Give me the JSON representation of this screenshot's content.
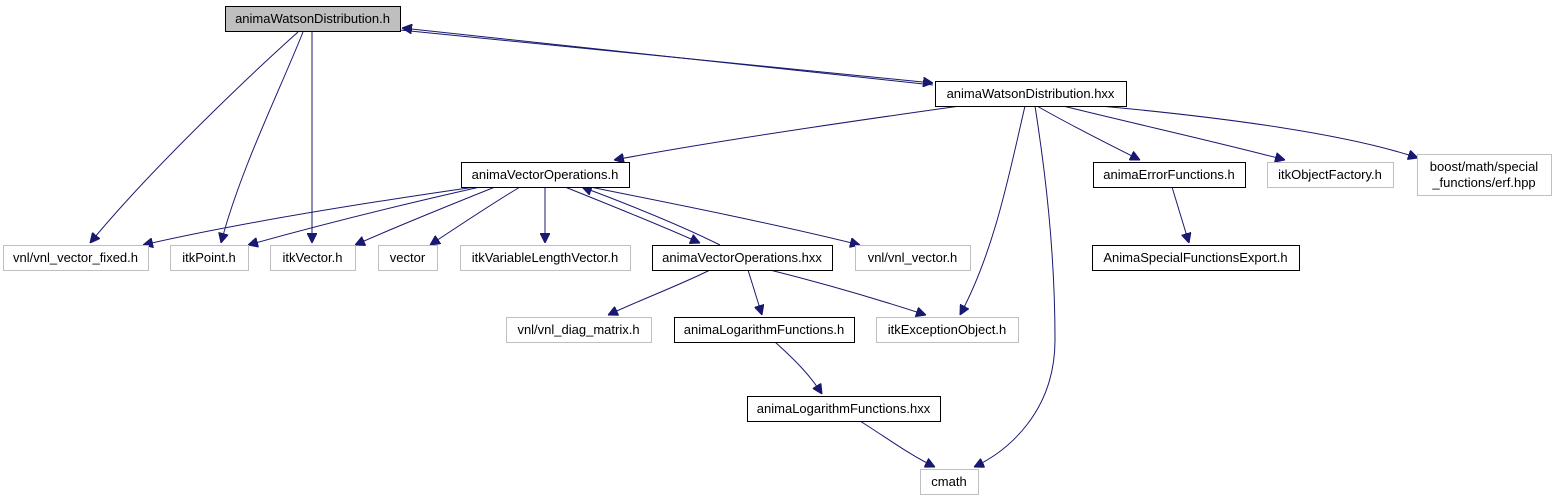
{
  "colors": {
    "edge": "#191970",
    "box_strong": "#000000",
    "box_dim": "#bfbfbf",
    "root_fill": "#bfbfbf",
    "fill": "#ffffff",
    "text": "#000000"
  },
  "nodes": [
    {
      "id": "awd_h",
      "label": "animaWatsonDistribution.h",
      "style": "root"
    },
    {
      "id": "awd_hxx",
      "label": "animaWatsonDistribution.hxx",
      "style": "strong"
    },
    {
      "id": "avo_h",
      "label": "animaVectorOperations.h",
      "style": "strong"
    },
    {
      "id": "aef_h",
      "label": "animaErrorFunctions.h",
      "style": "strong"
    },
    {
      "id": "iof_h",
      "label": "itkObjectFactory.h",
      "style": "dim"
    },
    {
      "id": "erf_hpp",
      "label": [
        "boost/math/special",
        "_functions/erf.hpp"
      ],
      "style": "dim"
    },
    {
      "id": "vvf_h",
      "label": "vnl/vnl_vector_fixed.h",
      "style": "dim"
    },
    {
      "id": "ip_h",
      "label": "itkPoint.h",
      "style": "dim"
    },
    {
      "id": "iv_h",
      "label": "itkVector.h",
      "style": "dim"
    },
    {
      "id": "vec",
      "label": "vector",
      "style": "dim"
    },
    {
      "id": "ivlv_h",
      "label": "itkVariableLengthVector.h",
      "style": "dim"
    },
    {
      "id": "avo_hxx",
      "label": "animaVectorOperations.hxx",
      "style": "strong"
    },
    {
      "id": "vv_h",
      "label": "vnl/vnl_vector.h",
      "style": "dim"
    },
    {
      "id": "asfe_h",
      "label": "AnimaSpecialFunctionsExport.h",
      "style": "strong"
    },
    {
      "id": "vdm_h",
      "label": "vnl/vnl_diag_matrix.h",
      "style": "dim"
    },
    {
      "id": "alf_h",
      "label": "animaLogarithmFunctions.h",
      "style": "strong"
    },
    {
      "id": "ieo_h",
      "label": "itkExceptionObject.h",
      "style": "dim"
    },
    {
      "id": "alf_hxx",
      "label": "animaLogarithmFunctions.hxx",
      "style": "strong"
    },
    {
      "id": "cmath",
      "label": "cmath",
      "style": "dim"
    }
  ],
  "edges": [
    [
      "awd_h",
      "awd_hxx"
    ],
    [
      "awd_h",
      "vvf_h"
    ],
    [
      "awd_h",
      "ip_h"
    ],
    [
      "awd_h",
      "iv_h"
    ],
    [
      "awd_hxx",
      "awd_h"
    ],
    [
      "awd_hxx",
      "avo_h"
    ],
    [
      "awd_hxx",
      "aef_h"
    ],
    [
      "awd_hxx",
      "iof_h"
    ],
    [
      "awd_hxx",
      "erf_hpp"
    ],
    [
      "awd_hxx",
      "ieo_h"
    ],
    [
      "awd_hxx",
      "cmath"
    ],
    [
      "avo_h",
      "vvf_h"
    ],
    [
      "avo_h",
      "ip_h"
    ],
    [
      "avo_h",
      "iv_h"
    ],
    [
      "avo_h",
      "vec"
    ],
    [
      "avo_h",
      "ivlv_h"
    ],
    [
      "avo_h",
      "avo_hxx"
    ],
    [
      "avo_h",
      "vv_h"
    ],
    [
      "avo_hxx",
      "avo_h"
    ],
    [
      "avo_hxx",
      "vdm_h"
    ],
    [
      "avo_hxx",
      "alf_h"
    ],
    [
      "avo_hxx",
      "ieo_h"
    ],
    [
      "aef_h",
      "asfe_h"
    ],
    [
      "alf_h",
      "alf_hxx"
    ],
    [
      "alf_hxx",
      "cmath"
    ]
  ]
}
